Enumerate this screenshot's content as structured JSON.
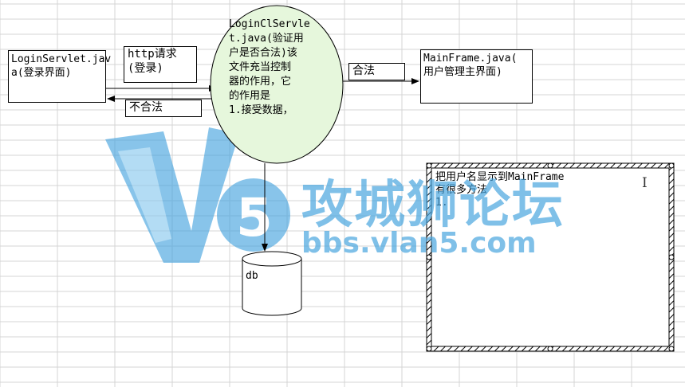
{
  "login_box": {
    "text": "LoginServlet.jav\na(登录界面)"
  },
  "http_request_label": {
    "text": "http请求\n(登录)"
  },
  "servlet_ellipse": {
    "text": "LoginClServle\nt.java(验证用\n户是否合法)该\n文件充当控制\n器的作用，它\n的作用是\n1.接受数据，"
  },
  "legal_label": {
    "text": "合法"
  },
  "illegal_label": {
    "text": "不合法"
  },
  "main_frame_box": {
    "text": "MainFrame.java(\n用户管理主界面)"
  },
  "database": {
    "label": "db"
  },
  "note_box": {
    "text": "把用户名显示到MainFrame\n有很多方法\n1."
  },
  "watermark": {
    "logo": "V5",
    "title": "攻城狮论坛",
    "url": "bbs.vlan5.com"
  },
  "colors": {
    "grid": "#d4d4d4",
    "ellipse_fill": "#e6f7dc",
    "watermark": "#4aa6df"
  }
}
